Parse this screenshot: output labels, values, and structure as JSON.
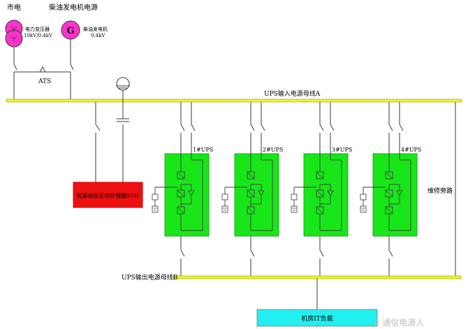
{
  "colors": {
    "bus": "#f1f13a",
    "bus_border": "#b5b500",
    "transformer": "#ff33cc",
    "generator": "#ff33cc",
    "ups": "#19e619",
    "svg_device": "#ee1111",
    "load": "#22f0f0",
    "line": "#3a3a3a"
  },
  "sources": {
    "utility_label": "市电",
    "diesel_label": "柴油发电机电源",
    "transformer_text": "电力变压器",
    "transformer_rating": "10kV/0.4kV",
    "generator_symbol": "G",
    "generator_text": "柴油发电机",
    "generator_rating": "0.4kV",
    "ats_label": "ATS"
  },
  "bus_a": {
    "label": "UPS输入电源母线A"
  },
  "bus_b": {
    "label": "UPS输出电源母线B"
  },
  "svg_device": {
    "label": "有源动态无功补偿器SVG"
  },
  "ups_units": [
    {
      "label": "1#UPS"
    },
    {
      "label": "2#UPS"
    },
    {
      "label": "3#UPS"
    },
    {
      "label": "4#UPS"
    }
  ],
  "bypass": {
    "label": "维修旁路"
  },
  "load": {
    "label": "机房IT负载"
  },
  "watermark": {
    "text": "e 通信电源人"
  }
}
